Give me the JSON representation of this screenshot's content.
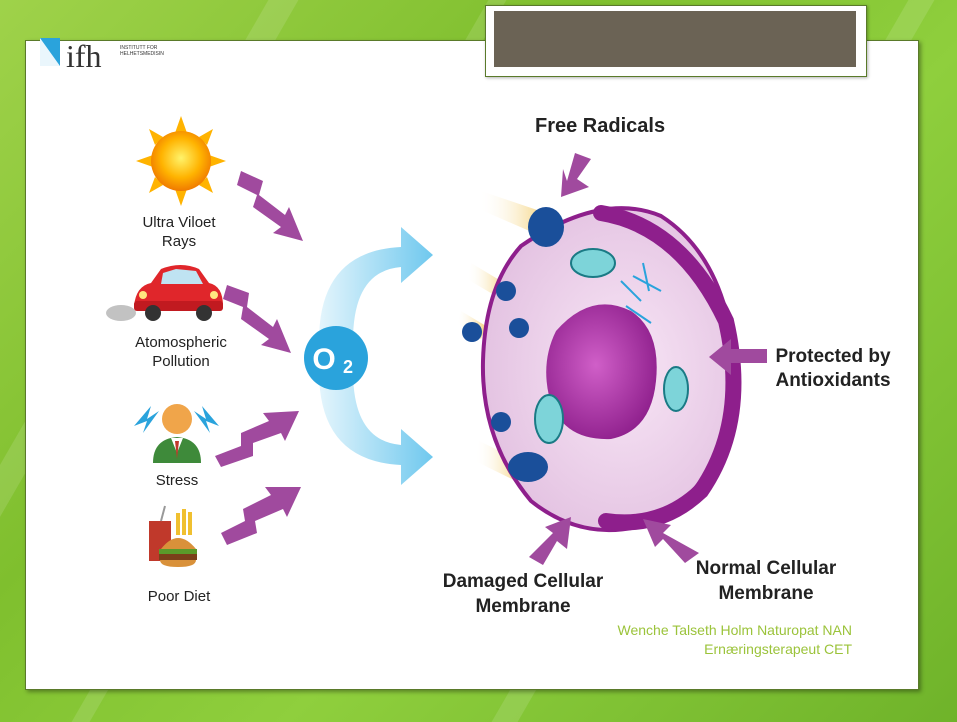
{
  "logo": {
    "mark": "ifh",
    "caption_line1": "INSTITUTT FOR",
    "caption_line2": "HELHETSMEDISIN"
  },
  "diagram": {
    "sources": [
      {
        "label_line1": "Ultra Viloet",
        "label_line2": "Rays",
        "icon": "sun-icon"
      },
      {
        "label_line1": "Atomospheric",
        "label_line2": "Pollution",
        "icon": "car-icon"
      },
      {
        "label_line1": "Stress",
        "label_line2": "",
        "icon": "stressed-person-icon"
      },
      {
        "label_line1": "Poor Diet",
        "label_line2": "",
        "icon": "fast-food-icon"
      }
    ],
    "center": {
      "o": "O",
      "sub": "2"
    },
    "cell_labels": {
      "free_radicals": "Free Radicals",
      "protected_line1": "Protected by",
      "protected_line2": "Antioxidants",
      "damaged_line1": "Damaged Cellular",
      "damaged_line2": "Membrane",
      "normal_line1": "Normal Cellular",
      "normal_line2": "Membrane"
    }
  },
  "footer": {
    "line1": "Wenche Talseth Holm Naturopat NAN",
    "line2": "Ernæringsterapeut CET"
  },
  "colors": {
    "arrow_purple": "#a04a9e",
    "oxygen_blue": "#2aa3dc",
    "cell_purple": "#8e1f8c",
    "footer_green": "#9bc33a"
  }
}
